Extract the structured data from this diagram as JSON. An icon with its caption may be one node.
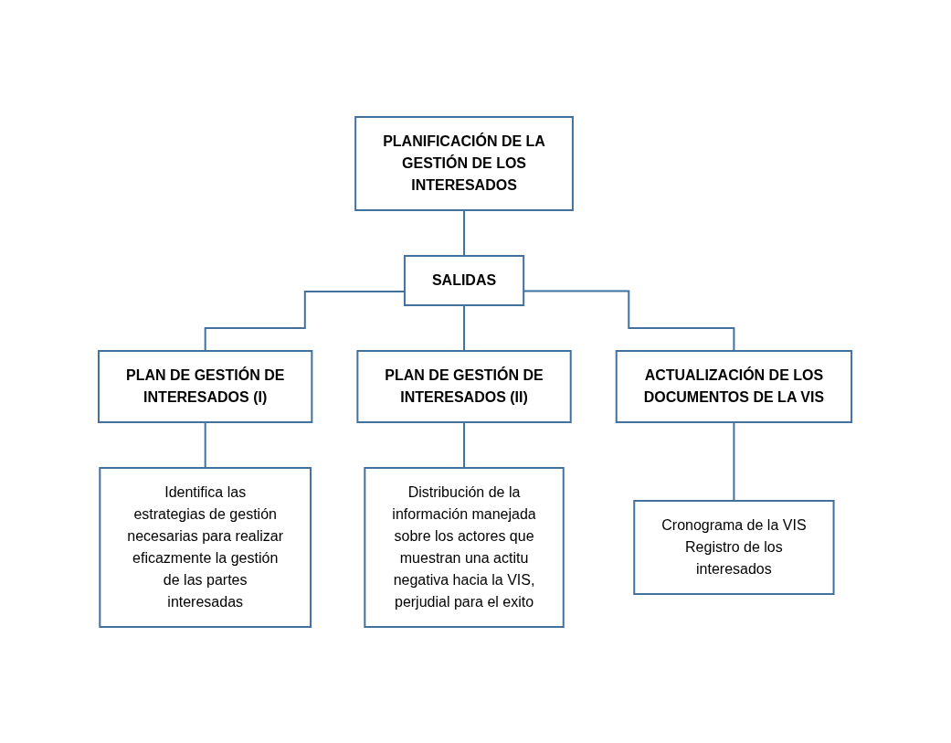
{
  "diagram": {
    "nodes": [
      {
        "text": [
          "PLANIFICACIÓN DE LA GESTIÓN DE LOS INTERESADOS"
        ]
      },
      {
        "text": [
          "SALIDAS"
        ]
      },
      {
        "text": [
          "PLAN DE GESTIÓN DE INTERESADOS (I)"
        ]
      },
      {
        "text": [
          "PLAN DE GESTIÓN DE INTERESADOS (II)"
        ]
      },
      {
        "text": [
          "ACTUALIZACIÓN DE LOS DOCUMENTOS DE LA VIS"
        ]
      },
      {
        "text": [
          "Identifica las estrategias de gestión necesarias para realizar eficazmente la gestión de las partes interesadas"
        ]
      },
      {
        "text": [
          "Distribución de la información manejada sobre los actores que muestran una actitu negativa hacia la VIS, perjudial para el exito"
        ]
      },
      {
        "text": [
          "Cronograma de la VIS",
          "Registro de los interesados"
        ]
      }
    ],
    "edges": [
      {
        "from": 0,
        "to": 1,
        "arrow": "none"
      },
      {
        "from": 1,
        "to": 2,
        "arrow": "none"
      },
      {
        "from": 1,
        "to": 3,
        "arrow": "none"
      },
      {
        "from": 1,
        "to": 4,
        "arrow": "none"
      },
      {
        "from": 2,
        "to": 5,
        "arrow": "none"
      },
      {
        "from": 3,
        "to": 6,
        "arrow": "none"
      },
      {
        "from": 4,
        "to": 7,
        "arrow": "none"
      }
    ]
  }
}
